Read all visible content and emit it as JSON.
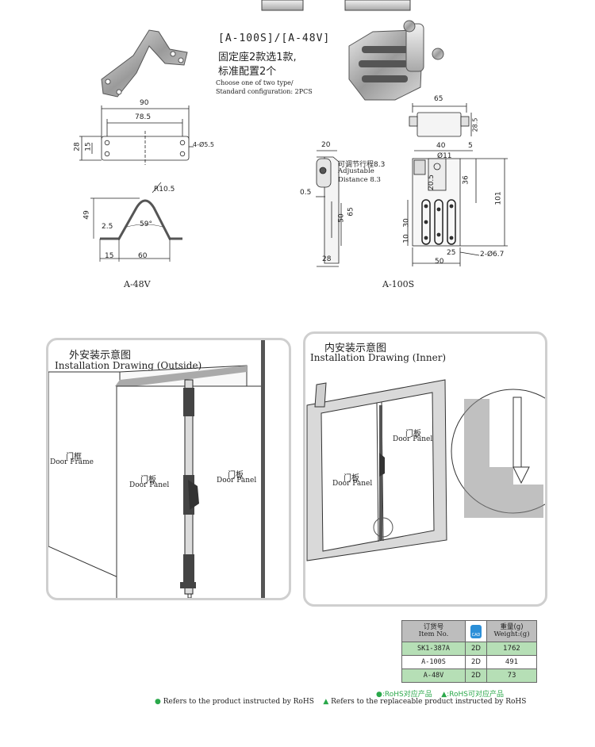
{
  "top_texts": {
    "bracket_title": "[A-100S]/[A-48V]",
    "cn_line1": "固定座2款选1款,",
    "cn_line2": "标准配置2个",
    "en_line1": "Choose one of two type/",
    "en_line2": "Standard configuration: 2PCS"
  },
  "a48v": {
    "d90": "90",
    "d78_5": "78.5",
    "d28": "28",
    "d15": "15",
    "holes": "4-Ø5.5",
    "r10_5": "R10.5",
    "d49": "49",
    "d2_5": "2.5",
    "angle": "59°",
    "d15b": "15",
    "d60": "60",
    "caption": "A-48V"
  },
  "a100s": {
    "d65": "65",
    "d28_5": "28.5",
    "d20": "20",
    "d40": "40",
    "d5": "5",
    "d11": "Ø11",
    "adj_cn": "可调节行程8.3",
    "adj_en1": "Adjustable",
    "adj_en2": "Distance 8.3",
    "d0_5": "0.5",
    "d50": "50",
    "d65b": "65",
    "d28": "28",
    "d20_5": "20.5",
    "d36": "36",
    "d101": "101",
    "d30": "30",
    "d10": "10",
    "d25": "25",
    "d50b": "50",
    "holes": "2-Ø6.7",
    "caption": "A-100S"
  },
  "outside": {
    "title_cn": "外安装示意图",
    "title_en": "Installation Drawing (Outside)",
    "frame_cn": "门框",
    "frame_en": "Door Frame",
    "panel1_cn": "门板",
    "panel1_en": "Door Panel",
    "panel2_cn": "门板",
    "panel2_en": "Door Panel"
  },
  "inner": {
    "title_cn": "内安装示意图",
    "title_en": "Installation Drawing (Inner)",
    "panel1_cn": "门板",
    "panel1_en": "Door Panel",
    "panel2_cn": "门板",
    "panel2_en": "Door Panel"
  },
  "table": {
    "header_item_cn": "订货号",
    "header_item_en": "Item No.",
    "header_cad": "CAD",
    "header_weight_cn": "重量(g)",
    "header_weight_en": "Weight:(g)",
    "rows": [
      {
        "item": "SK1-387A",
        "cad": "2D",
        "weight": "1762"
      },
      {
        "item": "A-100S",
        "cad": "2D",
        "weight": "491"
      },
      {
        "item": "A-48V",
        "cad": "2D",
        "weight": "73"
      }
    ]
  },
  "legend": {
    "rohs_cn": "●:RoHS对应产品",
    "rohs_alt_cn": "▲:RoHS可对应产品",
    "rohs_en": "Refers to the product instructed by RoHS",
    "rohs_alt_en": "Refers to the replaceable product instructed by RoHS",
    "green": "#2aa84a"
  }
}
